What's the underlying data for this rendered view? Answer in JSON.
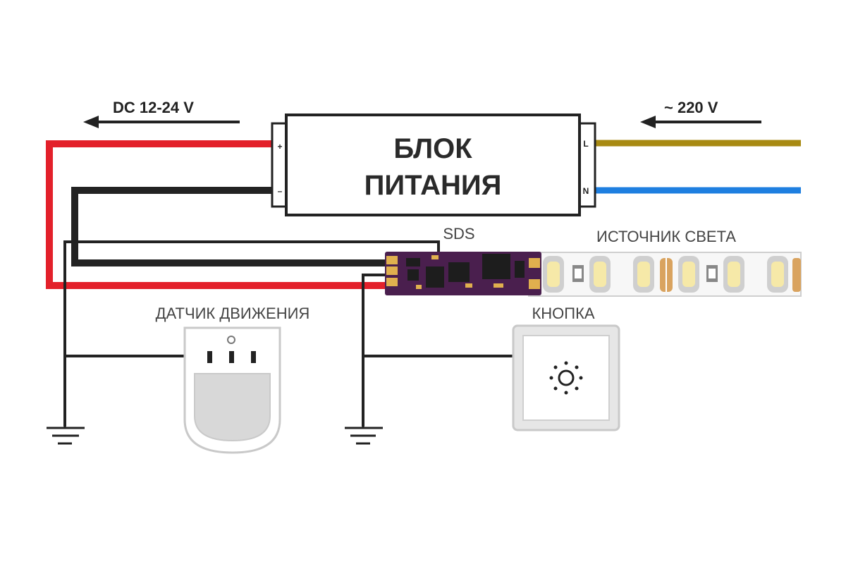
{
  "psu": {
    "line1": "БЛОК",
    "line2": "ПИТАНИЯ",
    "plus": "+",
    "minus": "–",
    "l": "L",
    "n": "N"
  },
  "output_voltage": "DC 12-24 V",
  "input_voltage": "~ 220 V",
  "controller_label": "SDS",
  "light_label": "ИСТОЧНИК СВЕТА",
  "sensor_label": "ДАТЧИК ДВИЖЕНИЯ",
  "button_label": "КНОПКА",
  "colors": {
    "positive_wire": "#e3202a",
    "negative_wire": "#232323",
    "line_wire": "#a88a12",
    "neutral_wire": "#1e7fe0",
    "pcb": "#4a1f4e",
    "led": "#f6e9a8"
  },
  "icons": [
    "ground-icon",
    "light-icon"
  ]
}
